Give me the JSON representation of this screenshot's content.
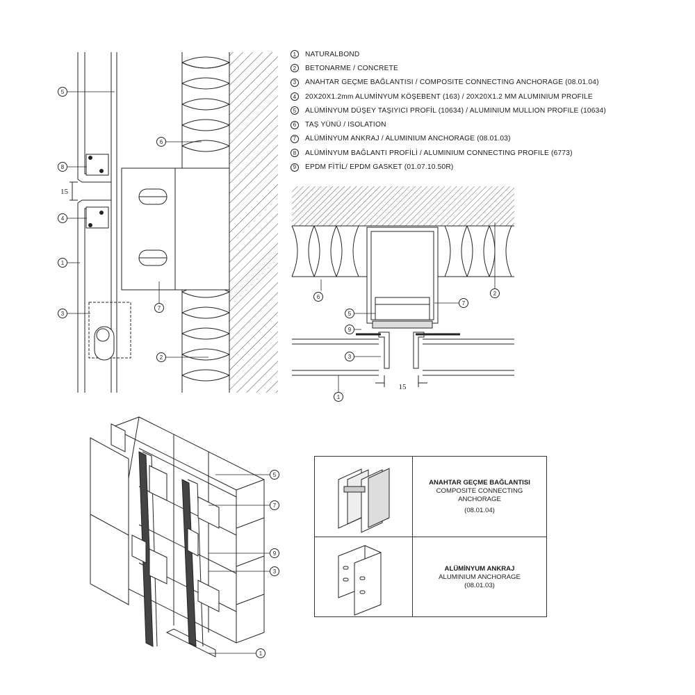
{
  "legend": [
    {
      "num": "1",
      "text": "NATURALBOND"
    },
    {
      "num": "2",
      "text": "BETONARME / CONCRETE"
    },
    {
      "num": "3",
      "text": "ANAHTAR GEÇME BAĞLANTISI / COMPOSITE CONNECTING ANCHORAGE (08.01.04)"
    },
    {
      "num": "4",
      "text": "20X20X1.2mm ALUMİNYUM KÖŞEBENT (163) / 20X20X1.2 MM ALUMINIUM PROFILE"
    },
    {
      "num": "5",
      "text": "ALÜMİNYUM DÜŞEY TAŞIYICI PROFİL (10634) / ALUMINIUM MULLION PROFILE (10634)"
    },
    {
      "num": "6",
      "text": "TAŞ YÜNÜ / ISOLATION"
    },
    {
      "num": "7",
      "text": "ALÜMİNYUM ANKRAJ / ALUMINIUM ANCHORAGE (08.01.03)"
    },
    {
      "num": "8",
      "text": "ALÜMİNYUM BAĞLANTI PROFİLİ / ALUMINIUM CONNECTING PROFILE (6773)"
    },
    {
      "num": "9",
      "text": "EPDM FİTİL/ EPDM GASKET (01.07.10.50R)"
    }
  ],
  "section": {
    "dimension": "15",
    "callouts": [
      "5",
      "8",
      "4",
      "1",
      "3",
      "6",
      "7",
      "2"
    ]
  },
  "plan": {
    "dimension": "15",
    "callouts": [
      "6",
      "5",
      "9",
      "3",
      "1",
      "7",
      "2"
    ]
  },
  "axo": {
    "callouts": [
      "5",
      "7",
      "9",
      "3",
      "1"
    ]
  },
  "table": {
    "row1": {
      "title": "ANAHTAR GEÇME BAĞLANTISI",
      "line1": "COMPOSITE CONNECTING",
      "line2": "ANCHORAGE",
      "code": "(08.01.04)"
    },
    "row2": {
      "title": "ALÜMİNYUM ANKRAJ",
      "line1": "ALUMINIUM ANCHORAGE",
      "code": "(08.01.03)"
    }
  }
}
